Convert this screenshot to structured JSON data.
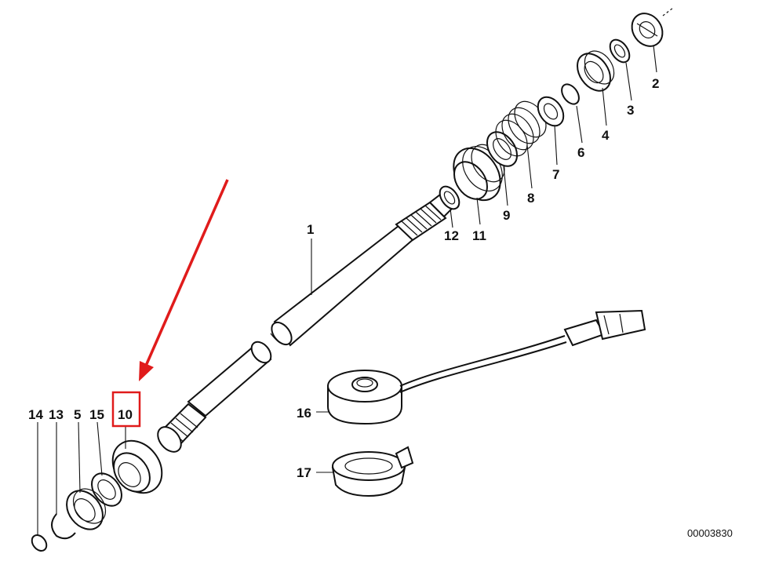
{
  "diagram": {
    "labels": [
      {
        "id": "p2",
        "text": "2"
      },
      {
        "id": "p3",
        "text": "3"
      },
      {
        "id": "p4",
        "text": "4"
      },
      {
        "id": "p6",
        "text": "6"
      },
      {
        "id": "p7",
        "text": "7"
      },
      {
        "id": "p8",
        "text": "8"
      },
      {
        "id": "p9",
        "text": "9"
      },
      {
        "id": "p11",
        "text": "11"
      },
      {
        "id": "p12",
        "text": "12"
      },
      {
        "id": "p1",
        "text": "1"
      },
      {
        "id": "p14",
        "text": "14"
      },
      {
        "id": "p13",
        "text": "13"
      },
      {
        "id": "p5",
        "text": "5"
      },
      {
        "id": "p15",
        "text": "15"
      },
      {
        "id": "p10",
        "text": "10"
      },
      {
        "id": "p16",
        "text": "16"
      },
      {
        "id": "p17",
        "text": "17"
      }
    ],
    "drawing_code": "00003830",
    "highlight_color": "#e01b1b",
    "highlighted_part": "10"
  }
}
